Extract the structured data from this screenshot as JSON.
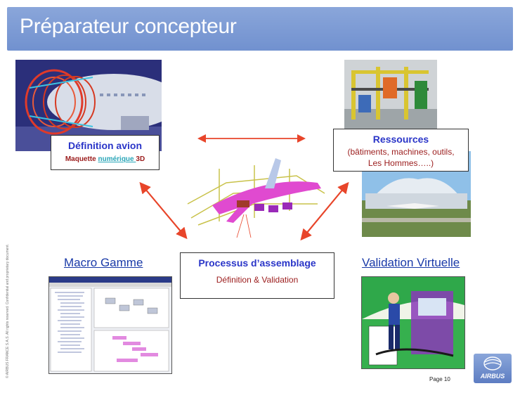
{
  "slide": {
    "title": "Préparateur concepteur",
    "definition_box": {
      "title": "Définition avion",
      "line_part1": "Maquette ",
      "line_link": "numérique ",
      "line_part2": "3D"
    },
    "resources_box": {
      "title": "Ressources",
      "line1": "(bâtiments, machines, outils,",
      "line2": "Les Hommes…..)"
    },
    "process_box": {
      "title": "Processus d’assemblage",
      "subtitle": "Définition & Validation"
    },
    "macro_link": "Macro Gamme",
    "validation_link": "Validation Virtuelle",
    "copyright": "© AIRBUS FRANCE S.A.S. All rights reserved. Confidential and proprietary document.",
    "page_label": "Page 10",
    "logo_text": "AIRBUS"
  },
  "colors": {
    "title_bar": "#7f9dd6",
    "arrow_red": "#e8452a",
    "link_blue": "#1a3aa8",
    "box_title_blue": "#2a35c8",
    "dark_red_text": "#9b1c1c"
  }
}
